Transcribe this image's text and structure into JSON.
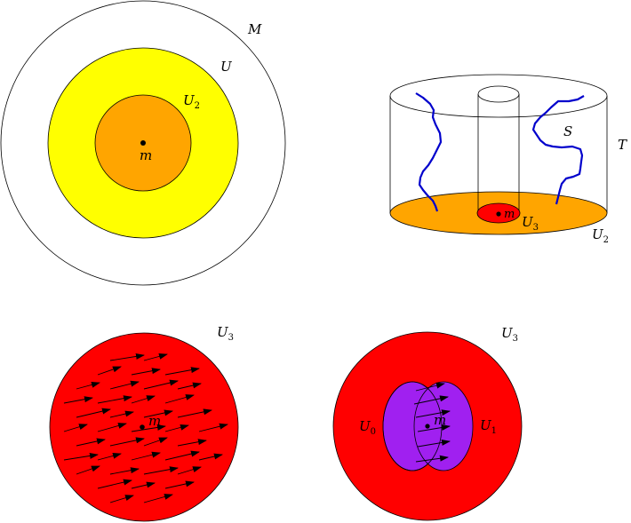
{
  "colors": {
    "outer_fill": "#ffffff",
    "U_fill": "#ffff00",
    "U2_fill": "#ffa500",
    "U3_fill": "#ff0000",
    "overlap_fill": "#a020f0",
    "curve_color": "#0000cc",
    "stroke": "#000000"
  },
  "panel_top_left": {
    "label_M": "M",
    "label_U": "U",
    "label_U2": {
      "base": "U",
      "sub": "2"
    },
    "label_m": "m"
  },
  "panel_top_right": {
    "label_T": "T",
    "label_S": "S",
    "label_m": "m",
    "label_U3": {
      "base": "U",
      "sub": "3"
    },
    "label_U2": {
      "base": "U",
      "sub": "2"
    }
  },
  "panel_bottom_left": {
    "label_U3": {
      "base": "U",
      "sub": "3"
    },
    "label_m": "m"
  },
  "panel_bottom_right": {
    "label_U3": {
      "base": "U",
      "sub": "3"
    },
    "label_U0": {
      "base": "U",
      "sub": "0"
    },
    "label_U1": {
      "base": "U",
      "sub": "1"
    },
    "label_m": "m"
  }
}
